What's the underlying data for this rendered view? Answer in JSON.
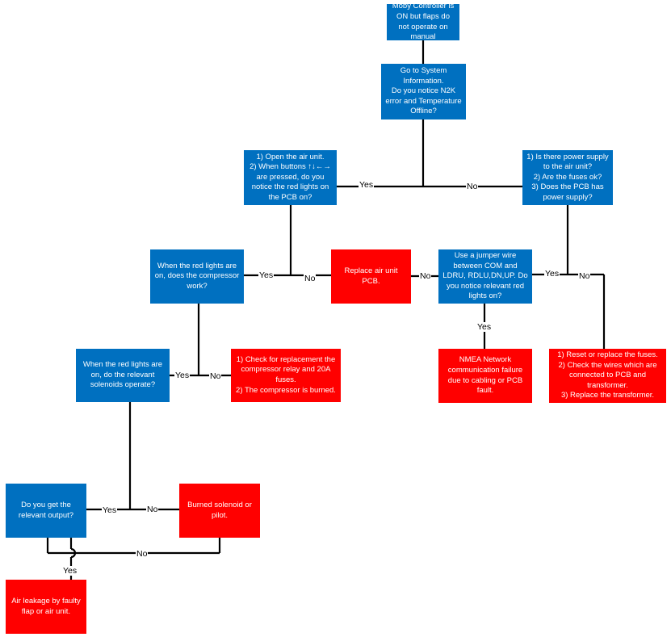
{
  "colors": {
    "question": "#0070c0",
    "answer": "#ff0000",
    "line": "#000000"
  },
  "nodes": {
    "start": "Moby Controller is ON but flaps do not operate on manual",
    "system_info": "Go to System Information.\nDo you notice N2K error and Temperature Offline?",
    "open_air_unit": "1) Open the air unit.\n2) When buttons ↑↓←→ are pressed, do you notice the red lights on the PCB on?",
    "power_supply": "1) Is there power supply to the air unit?\n2) Are the fuses ok?\n3) Does the PCB has power supply?",
    "compressor_work": "When the red lights are on, does the compressor work?",
    "replace_pcb": "Replace air unit PCB.",
    "jumper_wire": "Use a jumper wire between COM and LDRU, RDLU,DN,UP. Do you notice relevant red lights on?",
    "solenoids_operate": "When the red lights are on, do the relevant solenoids operate?",
    "check_relay": "1) Check for replacement the compressor relay and 20A fuses.\n2) The compressor is burned.",
    "nmea_failure": "NMEA Network communication failure due to cabling or PCB fault.",
    "reset_fuses": "1) Reset or replace the fuses.\n2) Check the wires which are connected to PCB and transformer.\n3) Replace the transformer.",
    "relevant_output": "Do you get the relevant output?",
    "burned_solenoid": "Burned solenoid or pilot.",
    "air_leakage": "Air leakage by faulty flap or air unit."
  },
  "labels": {
    "yes_open": "Yes",
    "no_power": "No",
    "yes_compressor": "Yes",
    "no_replace_pcb": "No",
    "no_jumper": "No",
    "yes_jumper": "Yes",
    "no_reset": "No",
    "yes_nmea": "Yes",
    "yes_solenoids": "Yes",
    "no_relay": "No",
    "yes_output": "Yes",
    "no_burned": "No",
    "no_loop": "No",
    "yes_leak": "Yes"
  }
}
